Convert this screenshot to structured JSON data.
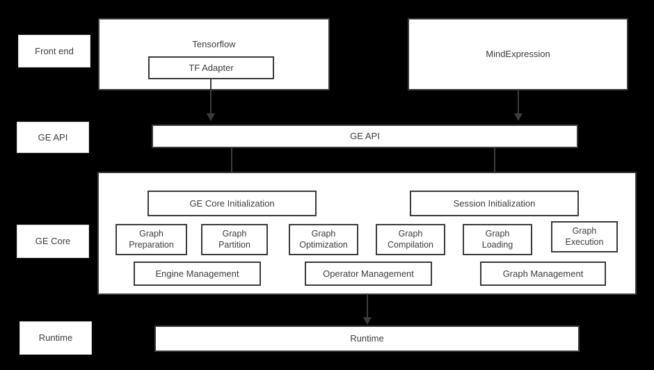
{
  "diagram": {
    "title": "GE architecture layered diagram",
    "background_color": "#000000",
    "box_fill": "#ffffff",
    "box_border": "#3a3a3a",
    "text_color": "#3c3c3c"
  },
  "layer_labels": [
    {
      "id": "front-end",
      "label": "Front end"
    },
    {
      "id": "ge-api",
      "label": "GE API"
    },
    {
      "id": "ge-core",
      "label": "GE Core"
    },
    {
      "id": "runtime",
      "label": "Runtime"
    }
  ],
  "frontend": {
    "tensorflow": {
      "label": "Tensorflow"
    },
    "tf_adapter": {
      "label": "TF Adapter"
    },
    "mindexpression": {
      "label": "MindExpression"
    }
  },
  "ge_api_bar": {
    "label": "GE API"
  },
  "ge_core": {
    "initializations": [
      {
        "id": "ge-core-initialization",
        "label": "GE Core Initialization"
      },
      {
        "id": "session-initialization",
        "label": "Session Initialization"
      }
    ],
    "units": [
      {
        "id": "graph-preparation",
        "label": "Graph\nPreparation"
      },
      {
        "id": "graph-partition",
        "label": "Graph\nPartition"
      },
      {
        "id": "graph-optimization",
        "label": "Graph\nOptimization"
      },
      {
        "id": "graph-compilation",
        "label": "Graph\nCompilation"
      },
      {
        "id": "graph-loading",
        "label": "Graph\nLoading"
      },
      {
        "id": "graph-execution",
        "label": "Graph\nExecution"
      }
    ],
    "managements": [
      {
        "id": "engine-management",
        "label": "Engine Management"
      },
      {
        "id": "operator-management",
        "label": "Operator Management"
      },
      {
        "id": "graph-management",
        "label": "Graph Management"
      }
    ]
  },
  "runtime_bar": {
    "label": "Runtime"
  },
  "connectors": [
    {
      "id": "tf-adapter-to-ge-api",
      "from": "tf-adapter",
      "to": "ge-api-bar"
    },
    {
      "id": "mindexpression-to-ge-api",
      "from": "mindexpression",
      "to": "ge-api-bar"
    },
    {
      "id": "ge-api-to-ge-core-initialization",
      "from": "ge-api-bar",
      "to": "ge-core-initialization"
    },
    {
      "id": "ge-api-to-session-initialization",
      "from": "ge-api-bar",
      "to": "session-initialization"
    },
    {
      "id": "ge-core-to-runtime",
      "from": "ge-core-container",
      "to": "runtime-bar"
    }
  ]
}
